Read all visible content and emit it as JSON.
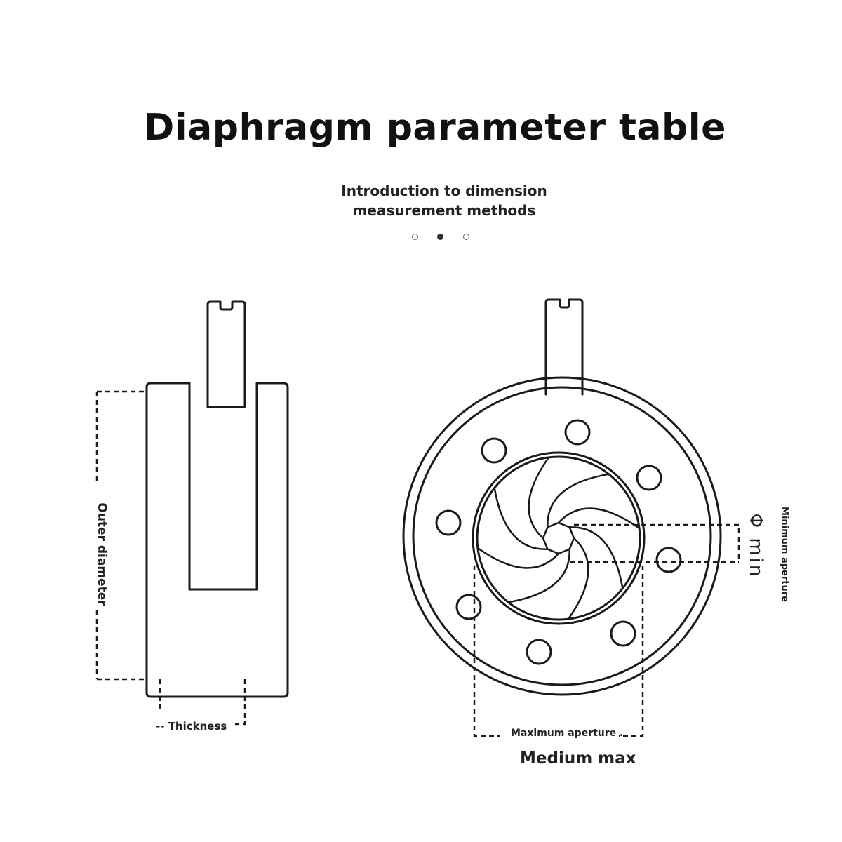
{
  "header": {
    "title": "Diaphragm parameter table",
    "subtitle": "Introduction to dimension measurement methods"
  },
  "pager": {
    "count": 3,
    "active_index": 1
  },
  "labels": {
    "outer_diameter": "Outer diameter",
    "thickness": "-- Thickness",
    "minimum_aperture": "Minimum aperture",
    "phi_min": "Φ min",
    "maximum_aperture": "Maximum aperture .",
    "medium_max": "Medium max"
  },
  "colors": {
    "line": "#1a1a1a",
    "text": "#111111"
  },
  "diagram": {
    "aperture_blades": 8,
    "flange_holes": 8
  }
}
